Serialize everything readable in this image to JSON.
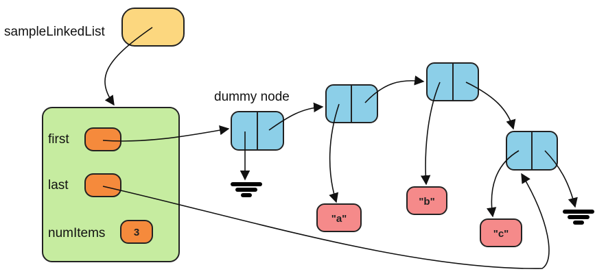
{
  "variable": {
    "name": "sampleLinkedList"
  },
  "list_object": {
    "fields": {
      "first": "first",
      "last": "last",
      "num_items": "numItems"
    },
    "num_items_value": "3"
  },
  "dummy_node_label": "dummy node",
  "values": {
    "a": "\"a\"",
    "b": "\"b\"",
    "c": "\"c\""
  },
  "colors": {
    "reference_box": "#fcd77f",
    "list_object_bg": "#c6eca0",
    "field_box": "#f58a3c",
    "node": "#8ccfe8",
    "value_box": "#f58a8a",
    "null_symbol": "#000000"
  },
  "icons": [
    "null-ground-icon"
  ]
}
